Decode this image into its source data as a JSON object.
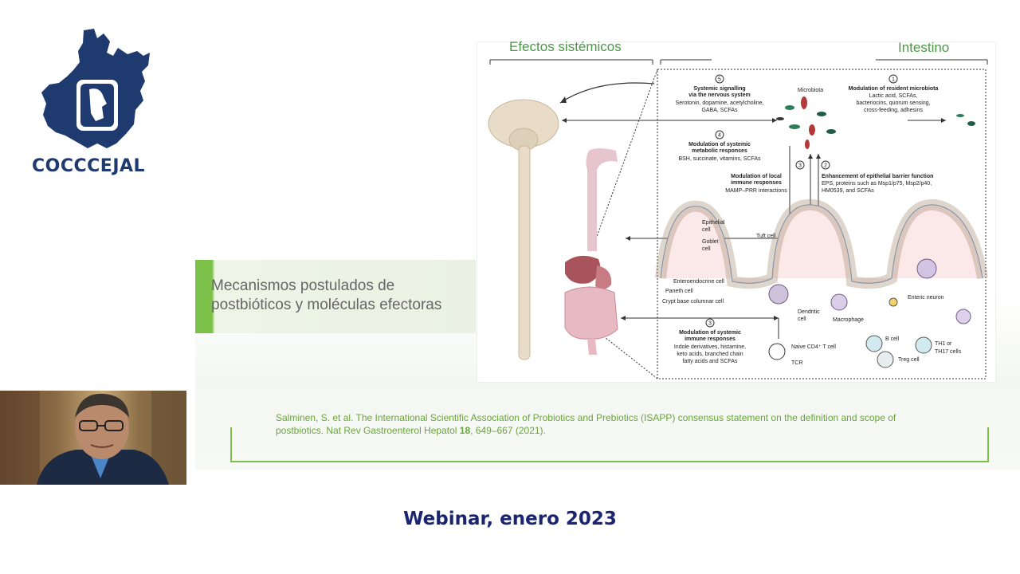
{
  "logo": {
    "text": "COCCCEJAL"
  },
  "banner": {
    "line1": "Mecanismos postulados de",
    "line2": "postbióticos y moléculas efectoras"
  },
  "figure": {
    "title_left": "Efectos sistémicos",
    "title_right": "Intestino",
    "labels": {
      "n5": "5",
      "systemic_signalling": "Systemic signalling",
      "via_nervous": "via the nervous system",
      "serotonin": "Serotonin, dopamine, acetylcholine,",
      "gaba": "GABA, SCFAs",
      "n4": "4",
      "modulation_systemic": "Modulation of systemic",
      "metabolic": "metabolic responses",
      "bsh": "BSH, succinate, vitamins, SCFAs",
      "microbiota": "Microbiota",
      "n1": "1",
      "mod_resident": "Modulation of resident microbiota",
      "lactic": "Lactic acid, SCFAs,",
      "bacteriocins": "bacteriocins, quorum sensing,",
      "crossfeeding": "cross-feeding, adhesins",
      "n3a": "3",
      "mod_local": "Modulation of local",
      "immune_resp": "immune responses",
      "mamp": "MAMP–PRR interactions",
      "n2": "2",
      "enhancement": "Enhancement of epithelial barrier function",
      "eps": "EPS, proteins such as Msp1/p75, Msp2/p40,",
      "hm": "HM0539, and SCFAs",
      "epithelial1": "Epithelial",
      "epithelial2": "cell",
      "goblet1": "Goblet",
      "goblet2": "cell",
      "tuft": "Tuft cell",
      "enteroendocrine": "Enteroendocrine cell",
      "paneth": "Paneth cell",
      "crypt": "Crypt base columnar cell",
      "dendritic1": "Dendritic",
      "dendritic2": "cell",
      "macrophage": "Macrophage",
      "enteric": "Enteric neuron",
      "n3b": "3",
      "mod_systemic_imm": "Modulation of systemic",
      "immune_resp2": "immune responses",
      "indole": "Indole derivatives, histamine,",
      "keto": "keto acids, branched chain",
      "fatty": "fatty acids and SCFAs",
      "naive": "Naive CD4⁺ T cell",
      "tcr": "TCR",
      "bcell": "B cell",
      "th": "TH1 or",
      "th17": "TH17 cells",
      "treg": "Treg cell"
    }
  },
  "citation": {
    "text1": "Salminen, S. et al. The International Scientific Association of Probiotics and Prebiotics (ISAPP) consensus statement on the definition and scope of",
    "text2": "postbiotics. Nat Rev Gastroenterol Hepatol ",
    "volume": "18",
    "text3": ", 649–667 (2021)."
  },
  "footer": {
    "text": "Webinar, enero 2023"
  },
  "colors": {
    "green": "#7cc24a",
    "navy": "#1e3a6e",
    "footer": "#1a2470"
  }
}
